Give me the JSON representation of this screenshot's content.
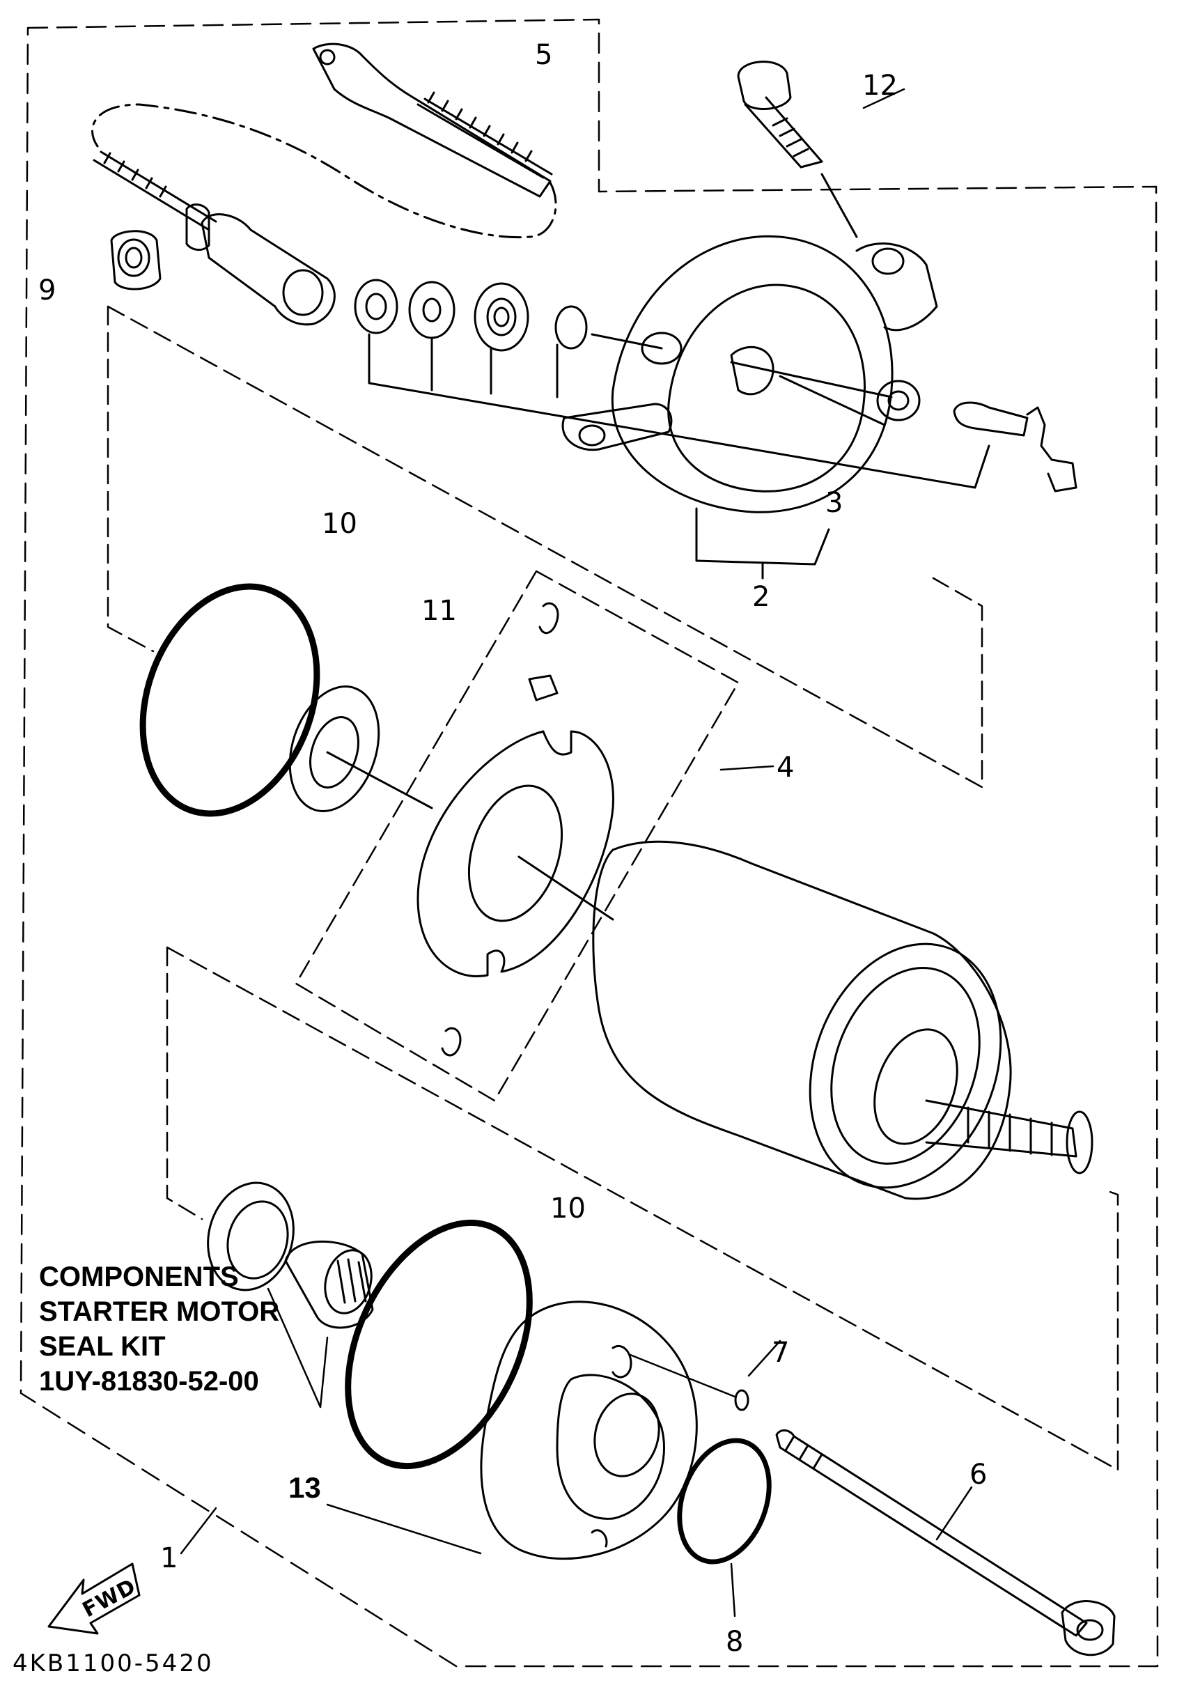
{
  "diagram": {
    "caption_lines": [
      "COMPONENTS",
      "STARTER MOTOR",
      "SEAL KIT",
      "1UY-81830-52-00"
    ],
    "reference_code": "4KB1100-5420",
    "fwd_label": "FWD",
    "callouts": [
      {
        "id": "1",
        "label": "1"
      },
      {
        "id": "2",
        "label": "2"
      },
      {
        "id": "3",
        "label": "3"
      },
      {
        "id": "4",
        "label": "4"
      },
      {
        "id": "5",
        "label": "5"
      },
      {
        "id": "6",
        "label": "6"
      },
      {
        "id": "7",
        "label": "7"
      },
      {
        "id": "8",
        "label": "8"
      },
      {
        "id": "9",
        "label": "9"
      },
      {
        "id": "10a",
        "label": "10"
      },
      {
        "id": "10b",
        "label": "10"
      },
      {
        "id": "11",
        "label": "11"
      },
      {
        "id": "12",
        "label": "12"
      },
      {
        "id": "13",
        "label": "13"
      }
    ]
  },
  "colors": {
    "ink": "#000000",
    "paper": "#ffffff"
  }
}
